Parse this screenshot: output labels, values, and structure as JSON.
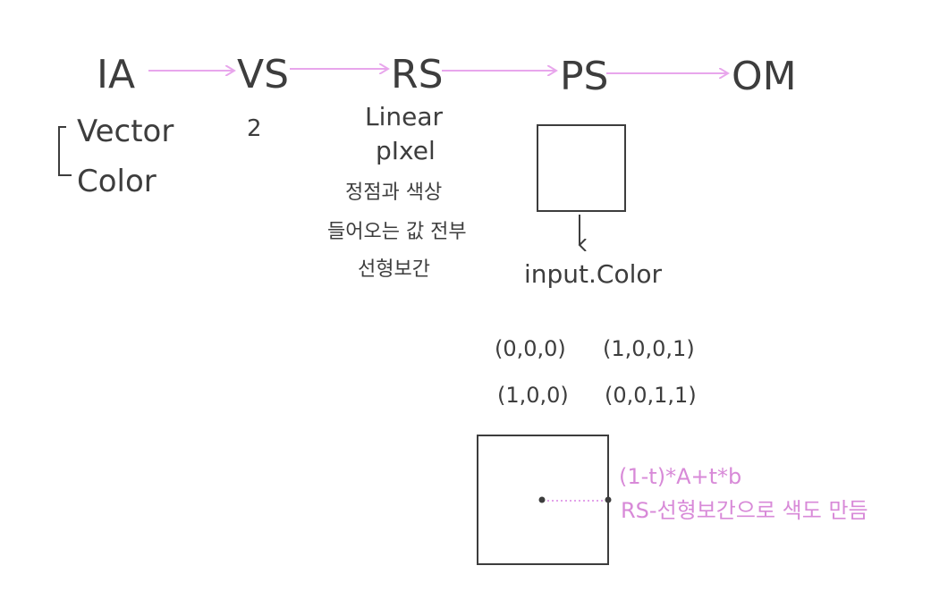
{
  "pipeline": {
    "stages": [
      "IA",
      "VS",
      "RS",
      "PS",
      "OM"
    ],
    "arrow_color": "#e8a6ec"
  },
  "ia_notes": {
    "vector": "Vector",
    "color": "Color"
  },
  "vs_note": "2",
  "rs_notes": {
    "linear": "Linear",
    "pixel": "pIxel",
    "line1": "정점과 색상",
    "line2": "들어오는 값 전부",
    "line3": "선형보간"
  },
  "ps_notes": {
    "input_color": "input.Color"
  },
  "tuples": {
    "row1_left": "(0,0,0)",
    "row1_right": "(1,0,0,1)",
    "row2_left": "(1,0,0)",
    "row2_right": "(0,0,1,1)"
  },
  "interp": {
    "formula": "(1-t)*A+t*b",
    "caption": "RS-선형보간으로 색도 만듬",
    "color": "#e3a2ea"
  },
  "ink_color": "#3d3d3d"
}
